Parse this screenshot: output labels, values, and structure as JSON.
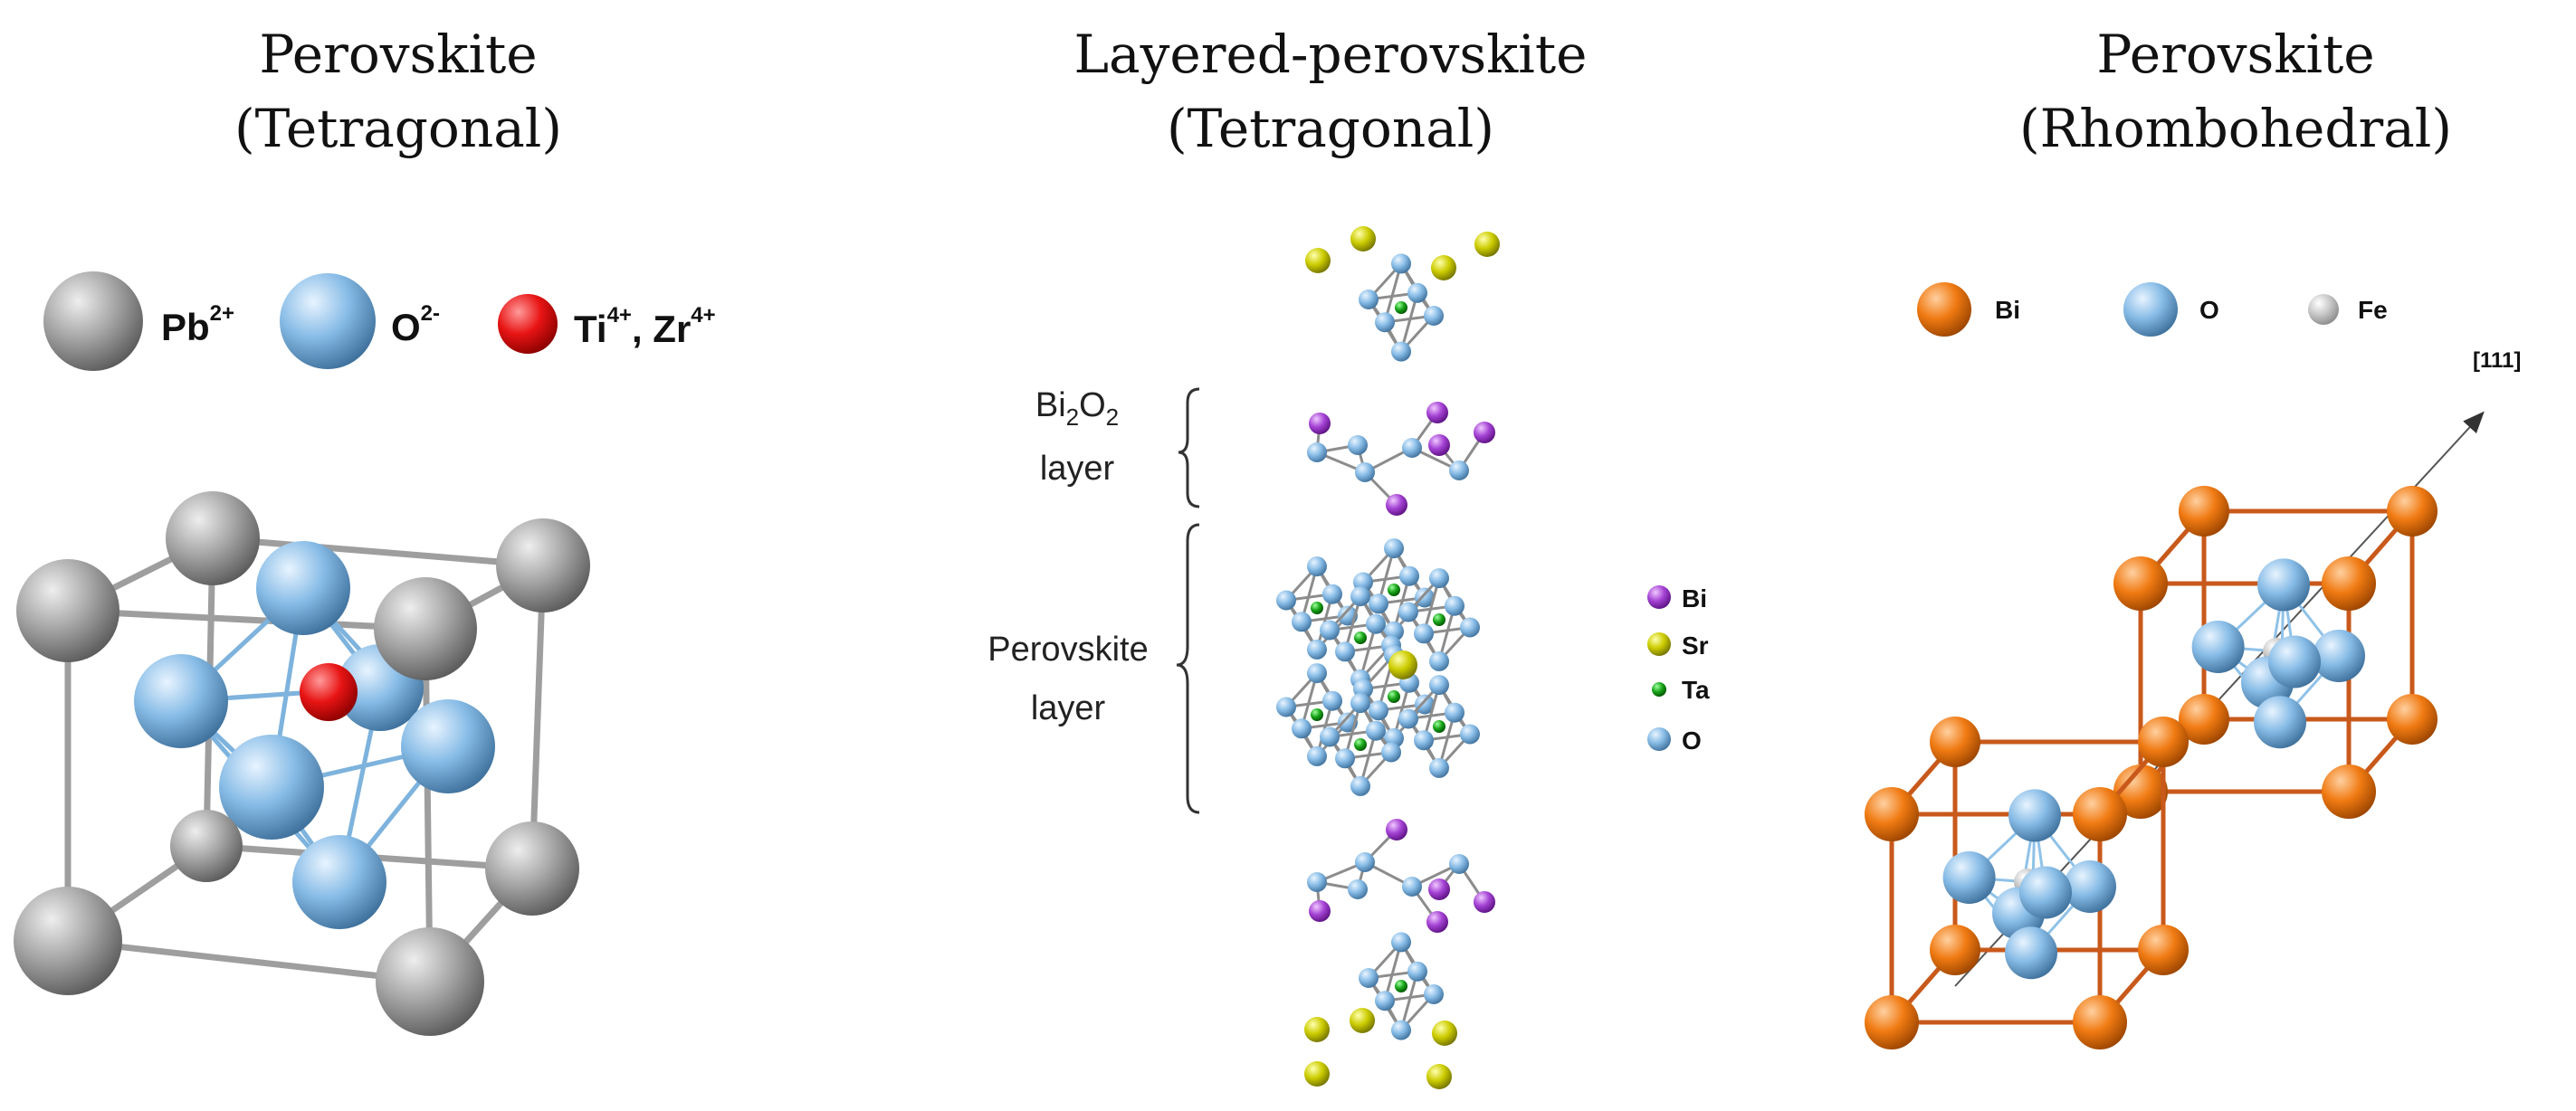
{
  "panels": {
    "left": {
      "title_line1": "Perovskite",
      "title_line2": "(Tetragonal)",
      "legend": {
        "pb": "Pb",
        "pb_charge": "2+",
        "o": "O",
        "o_charge": "2-",
        "ti": "Ti",
        "ti_charge": "4+",
        "sep": ", ",
        "zr": "Zr",
        "zr_charge": "4+"
      }
    },
    "middle": {
      "title_line1": "Layered-perovskite",
      "title_line2": "(Tetragonal)",
      "layer1_a": "Bi",
      "layer1_sub1": "2",
      "layer1_b": "O",
      "layer1_sub2": "2",
      "layer1_line2": "layer",
      "layer2_line1": "Perovskite",
      "layer2_line2": "layer",
      "legend": {
        "bi": "Bi",
        "sr": "Sr",
        "ta": "Ta",
        "o": "O"
      }
    },
    "right": {
      "title_line1": "Perovskite",
      "title_line2": "(Rhombohedral)",
      "direction_label": "[111]",
      "legend": {
        "bi": "Bi",
        "o": "O",
        "fe": "Fe"
      }
    }
  },
  "colors": {
    "pb_gray": "#9a9a9a",
    "oxygen_blue": "#7fb6e3",
    "ti_red": "#e01010",
    "bi_purple": "#a040d0",
    "sr_yellow": "#c8c800",
    "ta_green": "#18a018",
    "bi_orange": "#ee7a12",
    "fe_gray": "#c4c4c4"
  }
}
